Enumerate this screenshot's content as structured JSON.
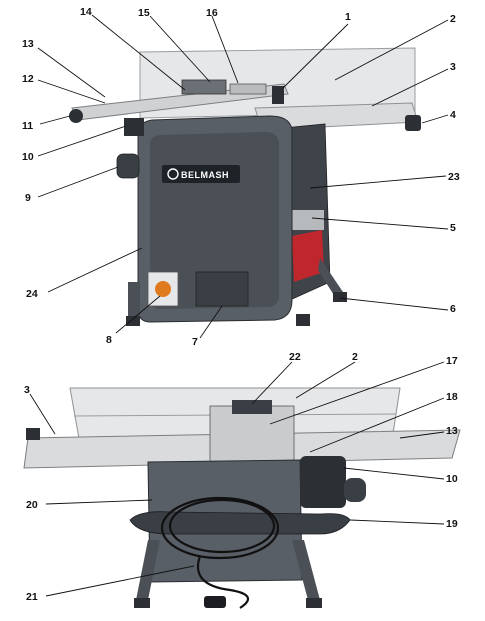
{
  "brand": "BELMASH",
  "top_view": {
    "callouts": [
      {
        "label": "1"
      },
      {
        "label": "2"
      },
      {
        "label": "3"
      },
      {
        "label": "4"
      },
      {
        "label": "5"
      },
      {
        "label": "6"
      },
      {
        "label": "7"
      },
      {
        "label": "8"
      },
      {
        "label": "9"
      },
      {
        "label": "10"
      },
      {
        "label": "11"
      },
      {
        "label": "12"
      },
      {
        "label": "13"
      },
      {
        "label": "14"
      },
      {
        "label": "15"
      },
      {
        "label": "16"
      },
      {
        "label": "23"
      },
      {
        "label": "24"
      }
    ]
  },
  "bottom_view": {
    "callouts": [
      {
        "label": "2"
      },
      {
        "label": "3"
      },
      {
        "label": "10"
      },
      {
        "label": "13"
      },
      {
        "label": "17"
      },
      {
        "label": "18"
      },
      {
        "label": "19"
      },
      {
        "label": "20"
      },
      {
        "label": "21"
      },
      {
        "label": "22"
      }
    ]
  },
  "colors": {
    "body_dark": "#3a3f45",
    "body_mid": "#595f66",
    "table_light": "#d9dbdd",
    "fence_light": "#e6e7e8",
    "accent_red": "#c0272d",
    "socket_orange": "#e07a1f",
    "label_panel": "#1e2328"
  }
}
